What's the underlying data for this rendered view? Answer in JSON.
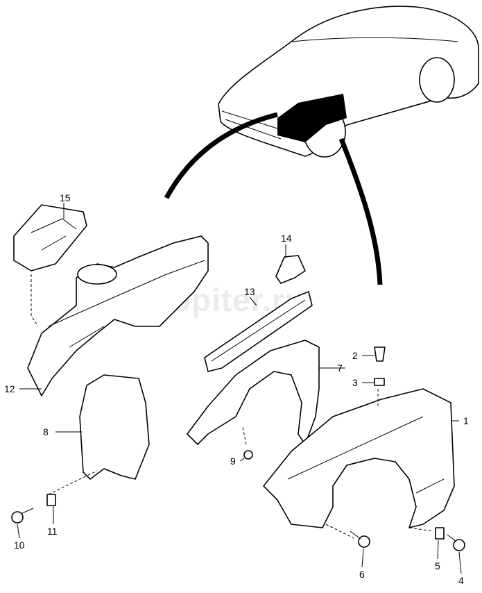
{
  "diagram": {
    "title": "Front fender and wheel housing parts",
    "watermark": "autopiter.ru",
    "callouts": [
      {
        "id": "c1",
        "label": "1"
      },
      {
        "id": "c2",
        "label": "2"
      },
      {
        "id": "c3",
        "label": "3"
      },
      {
        "id": "c4",
        "label": "4"
      },
      {
        "id": "c5",
        "label": "5"
      },
      {
        "id": "c6",
        "label": "6"
      },
      {
        "id": "c7",
        "label": "7"
      },
      {
        "id": "c8",
        "label": "8"
      },
      {
        "id": "c9",
        "label": "9"
      },
      {
        "id": "c10",
        "label": "10"
      },
      {
        "id": "c11",
        "label": "11"
      },
      {
        "id": "c12",
        "label": "12"
      },
      {
        "id": "c13",
        "label": "13"
      },
      {
        "id": "c14",
        "label": "14"
      },
      {
        "id": "c15",
        "label": "15"
      }
    ]
  }
}
